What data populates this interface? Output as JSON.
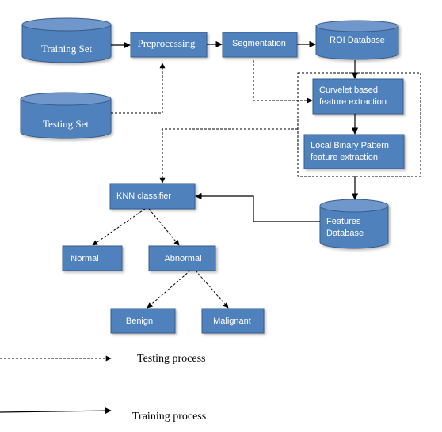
{
  "nodes": {
    "training_set": "Training Set",
    "testing_set": "Testing Set",
    "preprocessing": "Preprocessing",
    "segmentation": "Segmentation",
    "roi_database": "ROI Database",
    "curvelet_line1": "Curvelet based",
    "curvelet_line2": "feature extraction",
    "lbp_line1": "Local Binary Pattern",
    "lbp_line2": "feature extraction",
    "features_db_line1": "Features",
    "features_db_line2": "Database",
    "knn": "KNN classifier",
    "normal": "Normal",
    "abnormal": "Abnormal",
    "benign": "Benign",
    "malignant": "Malignant"
  },
  "legend": {
    "testing": "Testing process",
    "training": "Training process"
  },
  "colors": {
    "box_fill": "#4F81BD",
    "box_stroke": "#385D8A",
    "cylinder_top": "#6F97CB",
    "line": "#000000"
  }
}
